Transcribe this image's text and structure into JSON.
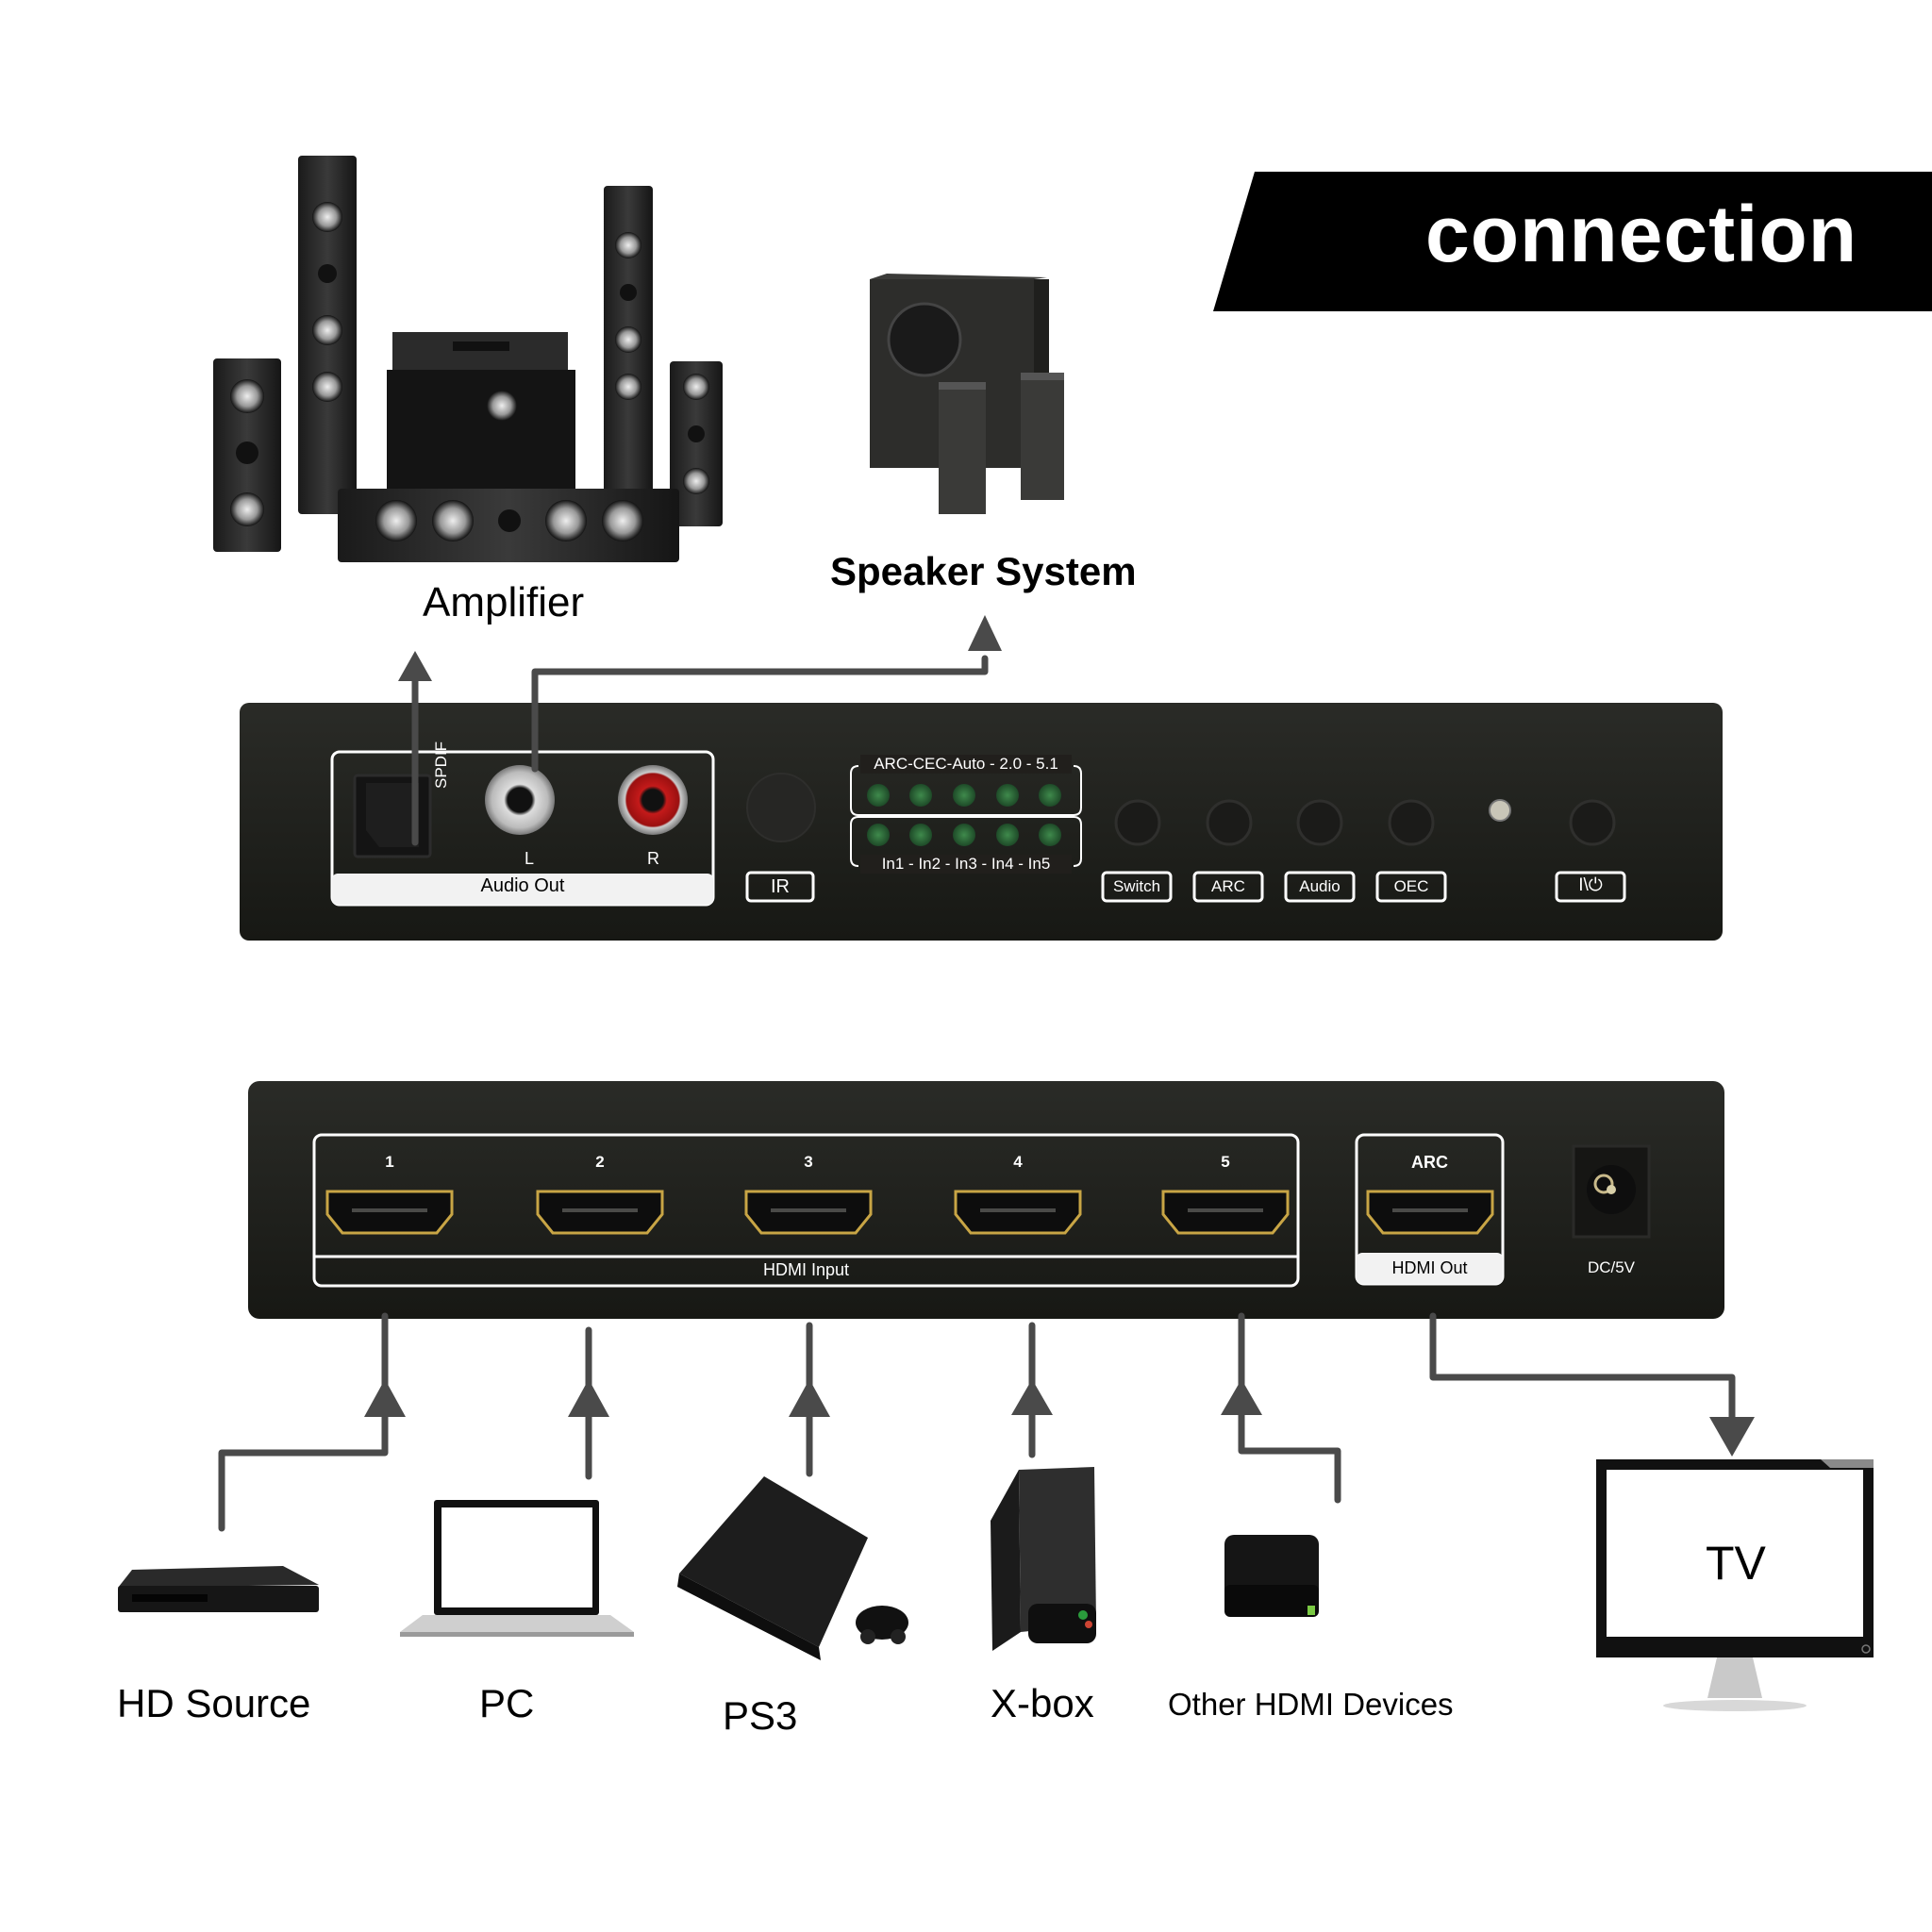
{
  "banner": {
    "title": "connection",
    "bg_color": "#000000",
    "text_color": "#ffffff"
  },
  "top_devices": [
    {
      "id": "amplifier",
      "label": "Amplifier",
      "icon": "home-theater-icon"
    },
    {
      "id": "speaker",
      "label": "Speaker System",
      "icon": "speaker-system-icon"
    }
  ],
  "front_panel": {
    "audio_out": {
      "group_label": "Audio Out",
      "spdif_label": "SPDIF",
      "left_label": "L",
      "right_label": "R"
    },
    "ir_label": "IR",
    "indicators": {
      "top_row_label": "ARC-CEC-Auto - 2.0 - 5.1",
      "top_row": [
        "ARC",
        "CEC",
        "Auto",
        "2.0",
        "5.1"
      ],
      "bottom_row_label": "In1 - In2 - In3 - In4 - In5",
      "bottom_row": [
        "In1",
        "In2",
        "In3",
        "In4",
        "In5"
      ],
      "led_color": "#2f6b3a"
    },
    "buttons": [
      {
        "id": "switch",
        "label": "Switch"
      },
      {
        "id": "arc",
        "label": "ARC"
      },
      {
        "id": "audio",
        "label": "Audio"
      },
      {
        "id": "oec",
        "label": "OEC"
      },
      {
        "id": "power",
        "label": "I\\⏻"
      }
    ]
  },
  "rear_panel": {
    "hdmi_input_label": "HDMI Input",
    "inputs": [
      "1",
      "2",
      "3",
      "4",
      "5"
    ],
    "output": {
      "top_label": "ARC",
      "bottom_label": "HDMI Out"
    },
    "dc_label": "DC/5V"
  },
  "sources": [
    {
      "id": "hd-source",
      "label": "HD Source",
      "input": "1"
    },
    {
      "id": "pc",
      "label": "PC",
      "input": "2"
    },
    {
      "id": "ps3",
      "label": "PS3",
      "input": "3"
    },
    {
      "id": "xbox",
      "label": "X-box",
      "input": "4"
    },
    {
      "id": "other",
      "label": "Other HDMI Devices",
      "input": "5"
    }
  ],
  "sink": {
    "id": "tv",
    "label": "TV",
    "screen_text": "TV"
  },
  "colors": {
    "arrow": "#4a4a4a",
    "device_body": "#1c1d1a",
    "hdmi_gold": "#c8a545"
  }
}
